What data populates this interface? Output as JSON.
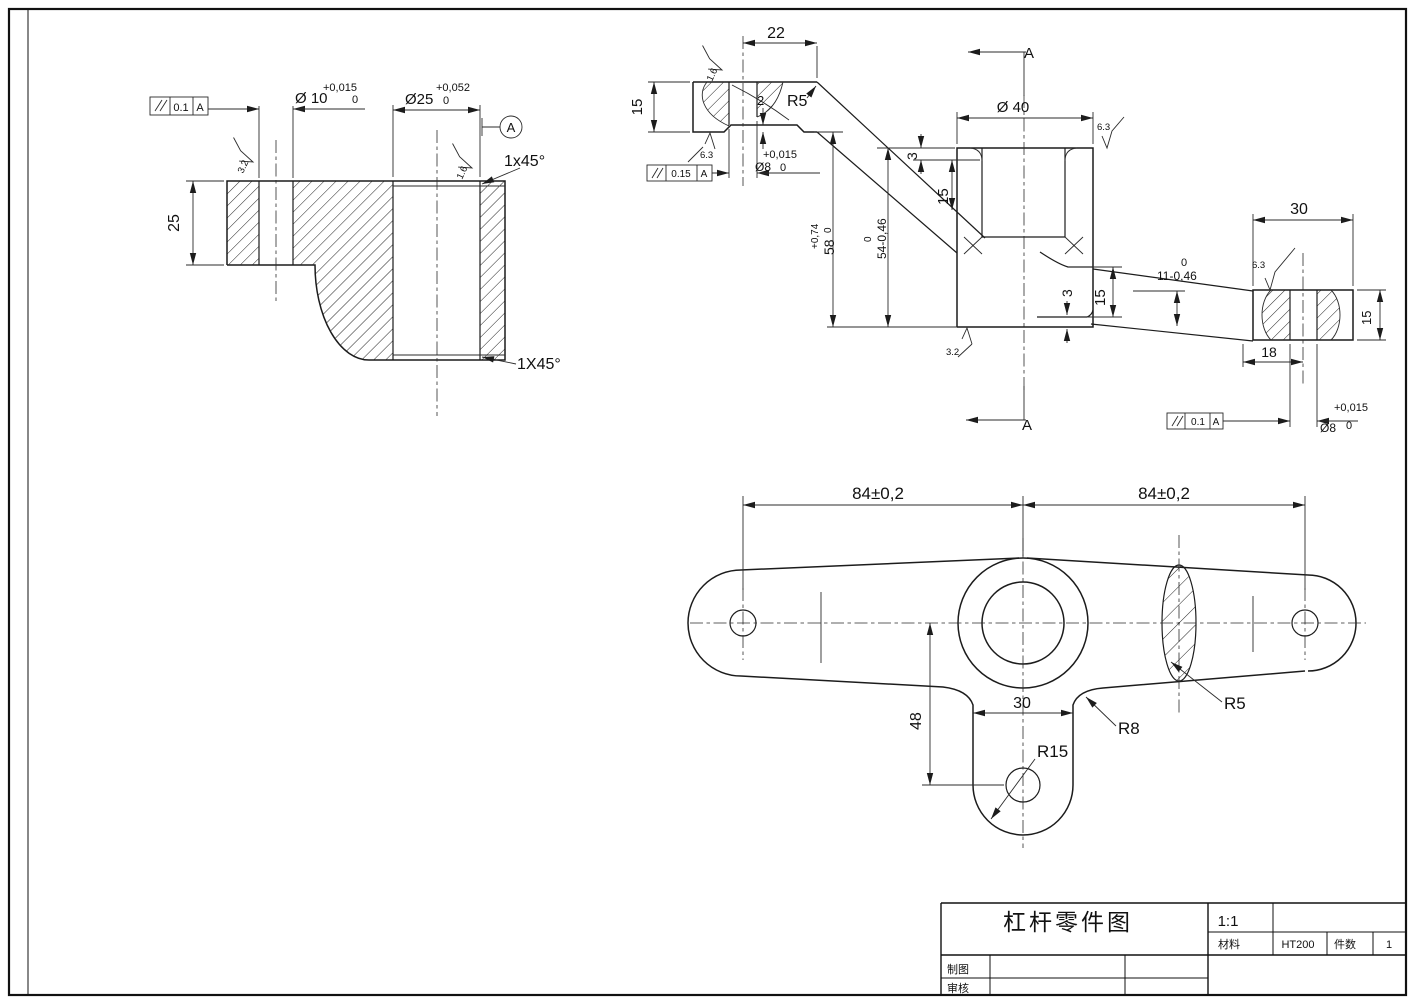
{
  "title_block": {
    "title": "杠杆零件图",
    "scale": "1:1",
    "material_label": "材料",
    "material": "HT200",
    "quantity_label": "件数",
    "quantity": "1",
    "drawn_label": "制图",
    "checked_label": "审核"
  },
  "hub_view": {
    "height": "25",
    "hole_dia": "Ø 10",
    "hole_dia_upper": "+0,015",
    "hole_dia_lower": "0",
    "bore_dia": "Ø25",
    "bore_dia_upper": "+0,052",
    "bore_dia_lower": "0",
    "chamfer_top": "1x45°",
    "chamfer_bottom": "1X45°",
    "parallelism_tol": "0.1",
    "parallelism_datum": "A",
    "datum_label": "A",
    "finish_small_hole": "3.2",
    "finish_bore": "1.6"
  },
  "section_view": {
    "len_22": "22",
    "thk_15_left": "15",
    "fillet_r5": "R5",
    "recess_2": "2",
    "hole_left_dia": "Ø8",
    "hole_left_upper": "+0,015",
    "hole_left_lower": "0",
    "finish_left_63": "6.3",
    "finish_top_16": "1.6",
    "parallelism2_tol": "0.15",
    "parallelism2_datum": "A",
    "section_label_top": "A",
    "section_label_bottom": "A",
    "boss_dia": "Ø 40",
    "finish_boss_63": "6.3",
    "step_3_left": "3",
    "depth_15_left": "15",
    "height_58": "58",
    "height_58_upper": "+0,74",
    "height_58_lower": "0",
    "height_54": "54-0,46",
    "height_54_upper": "0",
    "finish_bottom_32": "3.2",
    "step_3_right": "3",
    "thk_15_right": "15",
    "arm_11": "11-0,46",
    "arm_11_upper": "0",
    "len_30": "30",
    "finish_right_63": "6.3",
    "thk_15_end": "15",
    "len_18": "18",
    "parallelism3_tol": "0.1",
    "parallelism3_datum": "A",
    "hole_right_dia": "Ø8",
    "hole_right_upper": "+0,015",
    "hole_right_lower": "0"
  },
  "plan_view": {
    "span_left": "84±0,2",
    "span_right": "84±0,2",
    "drop_48": "48",
    "slot_30": "30",
    "r15": "R15",
    "r8": "R8",
    "r5": "R5"
  }
}
